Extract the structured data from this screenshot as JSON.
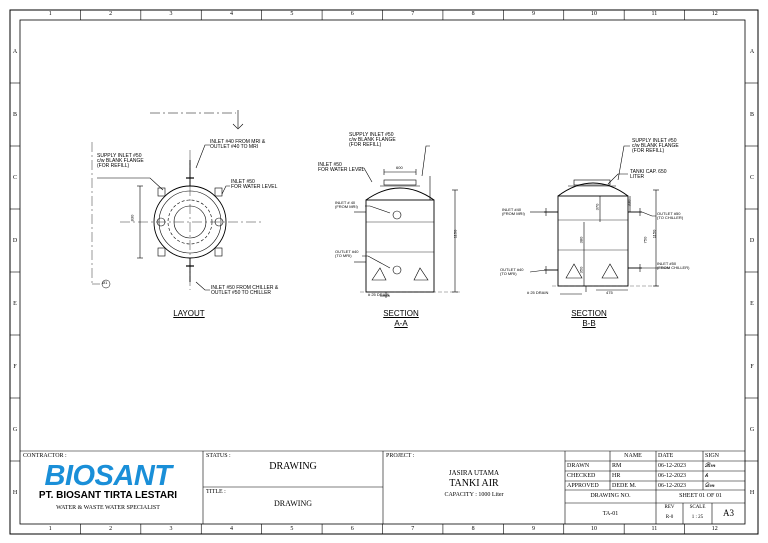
{
  "grid": {
    "cols": [
      "1",
      "2",
      "3",
      "4",
      "5",
      "6",
      "7",
      "8",
      "9",
      "10",
      "11",
      "12"
    ],
    "rows": [
      "A",
      "B",
      "C",
      "D",
      "E",
      "F",
      "G",
      "H"
    ]
  },
  "views": {
    "layout": {
      "title": "LAYOUT"
    },
    "section_a": {
      "title": "SECTION",
      "sub": "A-A"
    },
    "section_b": {
      "title": "SECTION",
      "sub": "B-B"
    }
  },
  "callouts": {
    "layout_inlet_mri": [
      "INLET #40 FROM MRI &",
      "OUTLET #40 TO MRI"
    ],
    "layout_supply": [
      "SUPPLY INLET #50",
      "c/w BLANK FLANGE",
      "(FOR REFILL)"
    ],
    "layout_inlet_level": [
      "INLET #50",
      "FOR WATER LEVEL"
    ],
    "layout_inlet_chiller": [
      "INLET #50 FROM CHILLER &",
      "OUTLET #50 TO CHILLER"
    ],
    "layout_dim": "Ø1",
    "layout_dim_v": "830",
    "sa_supply": [
      "SUPPLY INLET #50",
      "c/w BLANK FLANGE",
      "(FOR REFILL)"
    ],
    "sa_inlet_level": [
      "INLET #50",
      "FOR WATER LEVEL"
    ],
    "sa_inlet40": [
      "INLET # 40",
      "(FROM MRI)"
    ],
    "sa_outlet40": [
      "OUTLET #40",
      "(TO MRI)"
    ],
    "sa_drain": "# 25 DRAIN",
    "sa_dim_top": "600",
    "sa_dim_h": "1150",
    "sb_supply": [
      "SUPPLY INLET #50",
      "c/w BLANK FLANGE",
      "(FOR REFILL)"
    ],
    "sb_cap": [
      "TANKI CAP. 650",
      "LITER"
    ],
    "sb_inlet40": [
      "INLET #40",
      "(FROM MRI)"
    ],
    "sb_outlet50": [
      "OUTLET #50",
      "(TO CHILLER)"
    ],
    "sb_inlet50": [
      "INLET #50",
      "(FROM CHILLER)"
    ],
    "sb_outlet40": [
      "OUTLET #40",
      "(TO MRI)"
    ],
    "sb_drain": "# 25 DRAIN",
    "sb_dims": [
      "370",
      "330",
      "380",
      "1150",
      "750",
      "350",
      "475"
    ]
  },
  "title_block": {
    "contractor_label": "CONTRACTOR :",
    "logo_word": "BIOSANT",
    "company": "PT. BIOSANT TIRTA LESTARI",
    "tagline": "WATER & WASTE WATER SPECIALIST",
    "status_label": "STATUS :",
    "status_value": "DRAWING",
    "title_label": "TITLE :",
    "title_value": "DRAWING",
    "project_label": "PROJECT :",
    "project_name": "JASIRA UTAMA",
    "project_title": "TANKI AIR",
    "project_capacity": "CAPACITY : 1000 Liter",
    "headers": {
      "name": "NAME",
      "date": "DATE",
      "sign": "SIGN"
    },
    "rows": [
      {
        "role": "DRAWN",
        "name": "RM",
        "date": "06-12-2023",
        "sign": "𝓡𝓂"
      },
      {
        "role": "CHECKED",
        "name": "HR",
        "date": "06-12-2023",
        "sign": "𝒽"
      },
      {
        "role": "APPROVED",
        "name": "DEDE M.",
        "date": "06-12-2023",
        "sign": "𝒟𝓂"
      }
    ],
    "drawing_no_label": "DRAWING NO.",
    "sheet_label": "SHEET 01 OF 01",
    "drawing_no": "TA-01",
    "rev_label": "REV",
    "rev_value": "R-0",
    "scale_label": "SCALE",
    "scale_value": "1 : 25",
    "paper": "A3"
  }
}
